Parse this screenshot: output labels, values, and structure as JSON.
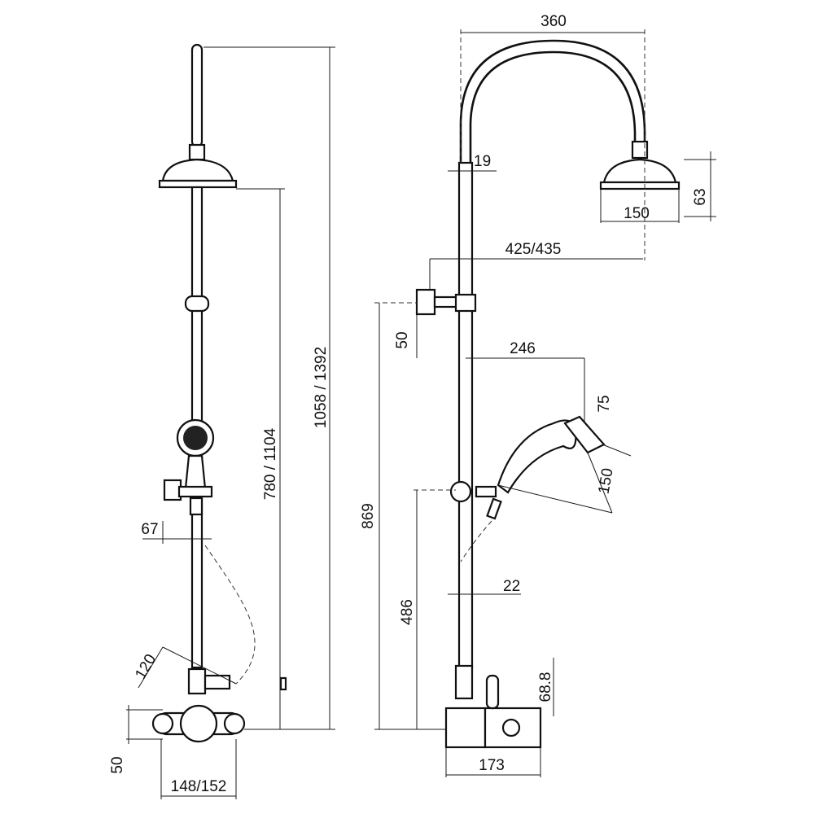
{
  "dimensions": {
    "top_width": "360",
    "arm_diameter": "19",
    "head_diameter": "150",
    "head_height": "63",
    "arm_reach": "425/435",
    "wall_bracket_diameter": "50",
    "handset_reach": "246",
    "handset_diameter": "75",
    "handset_length": "150",
    "riser_diameter": "22",
    "height_869": "869",
    "height_486": "486",
    "valve_diameter": "68.8",
    "valve_depth": "173",
    "height_780_1104": "780 / 1104",
    "height_1058_1392": "1058 / 1392",
    "offset_67": "67",
    "hose_angle_120": "120",
    "outlet_diameter": "50",
    "centres": "148/152"
  }
}
